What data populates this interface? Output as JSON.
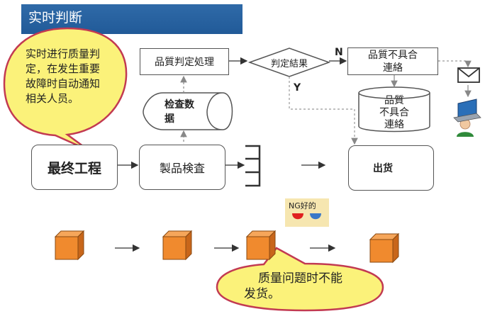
{
  "header": {
    "title": "实时判断"
  },
  "callouts": {
    "top_left": [
      "实时进行质量判",
      "定，在发生重要",
      "故障时自动通知",
      "相关人员。"
    ],
    "bottom": [
      "质量问题时不能",
      "发货。"
    ]
  },
  "flow": {
    "judgment_process": "品質判定処理",
    "decision": "判定結果",
    "decision_no": "N",
    "decision_yes": "Y",
    "nonconformity_notice": [
      "品質不具合",
      "連絡"
    ],
    "nonconformity_db": [
      "品質",
      "不具合",
      "連絡"
    ],
    "inspection_data": [
      "检查数",
      "据"
    ],
    "final_process": "最终工程",
    "product_inspection": "製品検査",
    "shipment": "出货"
  },
  "legend": {
    "label": "NG好的",
    "colors": {
      "ng": "#e02020",
      "ok": "#3a78c8"
    }
  },
  "colors": {
    "header_bg": "#2a62a2",
    "bubble_fill": "#fbf27a",
    "bubble_stroke": "#c23a52",
    "cube_front": "#f08a2e"
  }
}
